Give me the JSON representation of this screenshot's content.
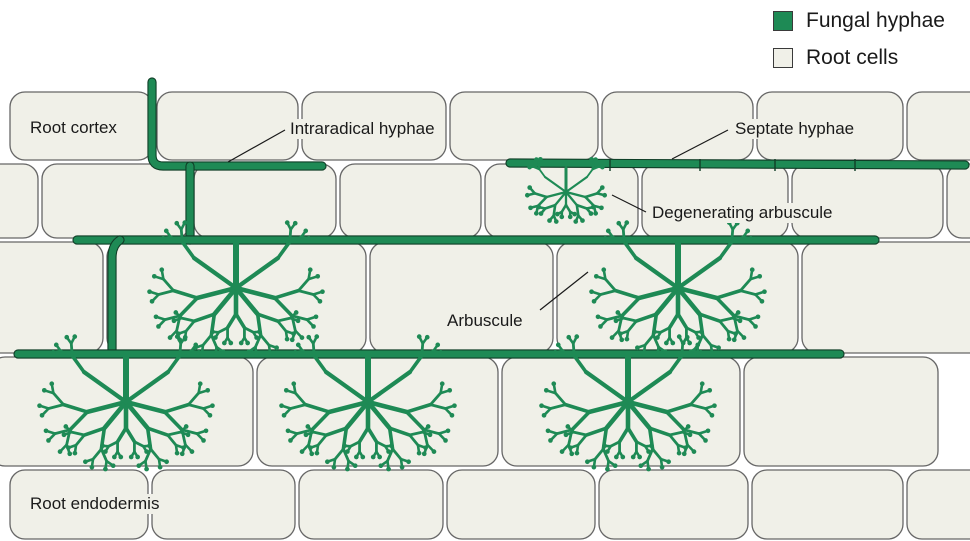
{
  "legend": {
    "fungal_label": "Fungal hyphae",
    "root_label": "Root cells"
  },
  "labels": {
    "root_cortex": "Root cortex",
    "intraradical": "Intraradical hyphae",
    "septate": "Septate hyphae",
    "degenerating": "Degenerating arbuscule",
    "arbuscule": "Arbuscule",
    "endodermis": "Root endodermis"
  },
  "colors": {
    "hyphae": "#1e8a55",
    "hyphae_outline": "#0f3d26",
    "cell_fill": "#f0f0e8",
    "cell_stroke": "#666666"
  }
}
